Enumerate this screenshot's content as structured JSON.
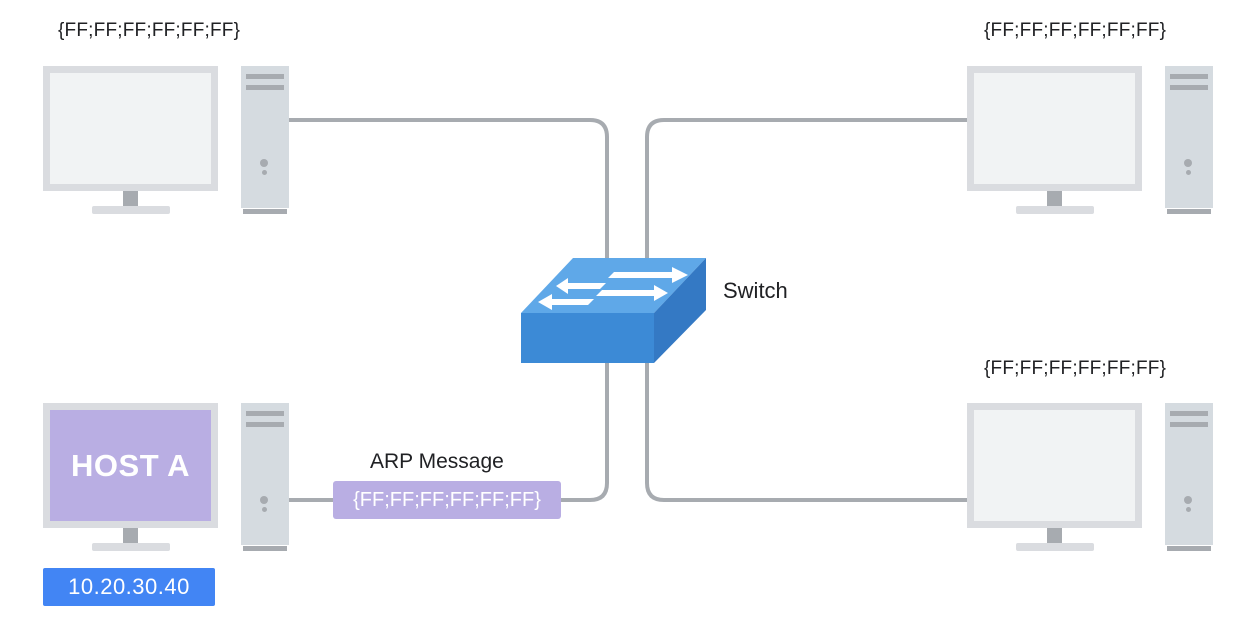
{
  "diagram": {
    "title": "ARP broadcast through a switch",
    "colors": {
      "cable": "#a7abb0",
      "monitor_frame": "#dadce0",
      "screen": "#f1f3f4",
      "tower": "#d5dbe0",
      "host_screen": "#b9aee3",
      "ip_badge": "#4285f4",
      "switch_top": "#5fa8e8",
      "switch_front": "#3c8ad6",
      "switch_side": "#3479c4"
    },
    "hosts": [
      {
        "id": "top-left",
        "mac_label": "{FF;FF;FF;FF;FF;FF}"
      },
      {
        "id": "top-right",
        "mac_label": "{FF;FF;FF;FF;FF;FF}"
      },
      {
        "id": "bottom-right",
        "mac_label": "{FF;FF;FF;FF;FF;FF}"
      },
      {
        "id": "host-a",
        "screen_label": "HOST A",
        "ip": "10.20.30.40"
      }
    ],
    "switch": {
      "label": "Switch",
      "icon": "network-switch-icon"
    },
    "arp_message": {
      "title": "ARP Message",
      "payload": "{FF;FF;FF;FF;FF;FF}"
    }
  }
}
